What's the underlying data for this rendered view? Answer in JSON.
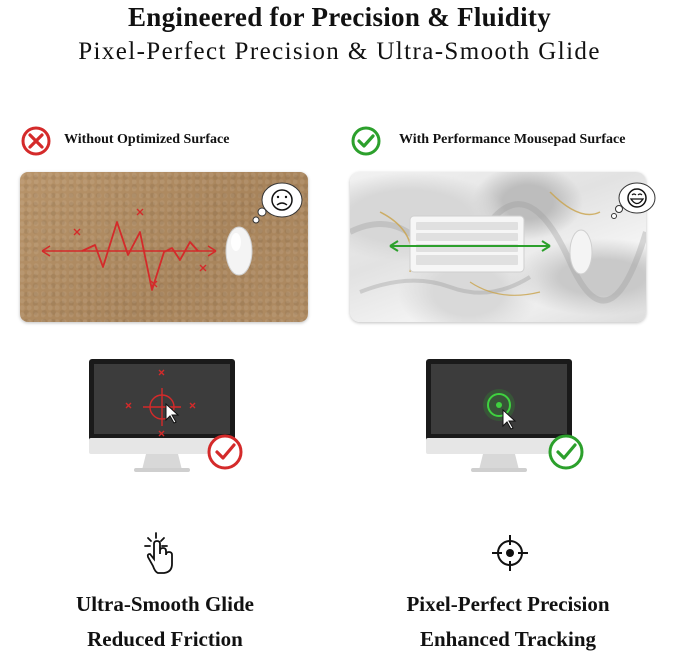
{
  "header": {
    "title": "Engineered for Precision & Fluidity",
    "subtitle": "Pixel-Perfect Precision & Ultra-Smooth Glide"
  },
  "left": {
    "label": "Without Optimized Surface",
    "status_icon": "red-x-circle-icon",
    "feature_title": "Ultra-Smooth Glide",
    "feature_sub": "Reduced Friction",
    "feature_icon": "finger-tap-icon"
  },
  "right": {
    "label": "With Performance Mousepad Surface",
    "status_icon": "green-check-circle-icon",
    "feature_title": "Pixel-Perfect Precision",
    "feature_sub": "Enhanced Tracking",
    "feature_icon": "crosshair-icon"
  },
  "colors": {
    "bad": "#d42a2a",
    "good": "#2ca02c",
    "cork": "#ad8a60",
    "screen": "#3c3c3c"
  }
}
